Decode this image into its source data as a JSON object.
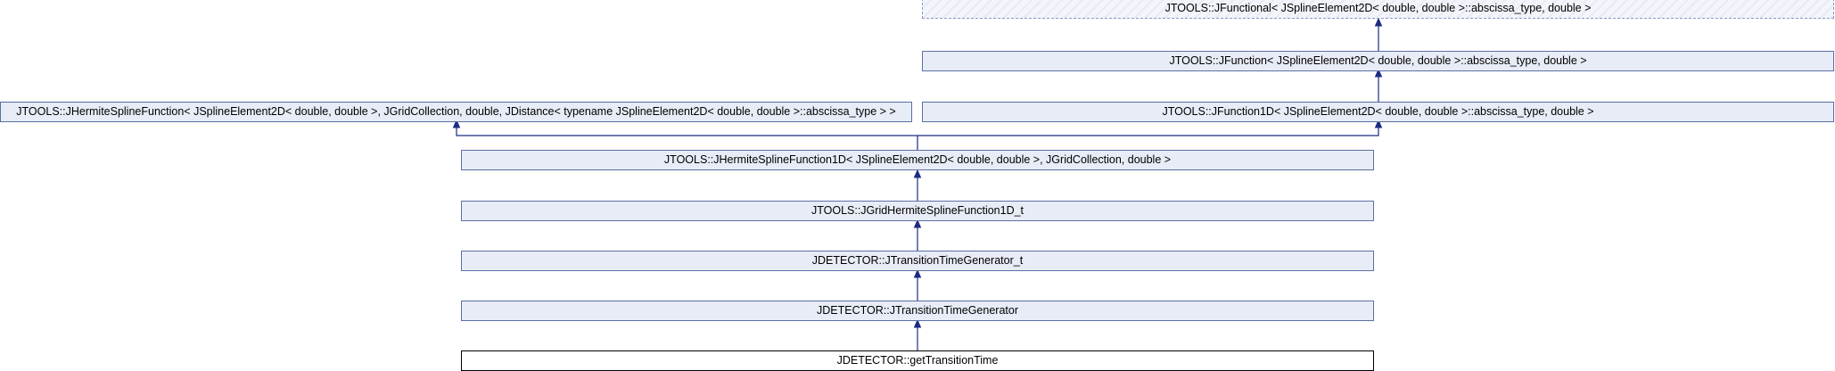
{
  "nodes": {
    "jfunctional": "JTOOLS::JFunctional< JSplineElement2D< double, double >::abscissa_type, double >",
    "jfunction": "JTOOLS::JFunction< JSplineElement2D< double, double >::abscissa_type, double >",
    "jhermite_spline": "JTOOLS::JHermiteSplineFunction< JSplineElement2D< double, double >, JGridCollection, double, JDistance< typename JSplineElement2D< double, double >::abscissa_type > >",
    "jfunction1d": "JTOOLS::JFunction1D< JSplineElement2D< double, double >::abscissa_type, double >",
    "jhermite_spline_1d": "JTOOLS::JHermiteSplineFunction1D< JSplineElement2D< double, double >, JGridCollection, double >",
    "jgrid_hermite": "JTOOLS::JGridHermiteSplineFunction1D_t",
    "jtransition_t": "JDETECTOR::JTransitionTimeGenerator_t",
    "jtransition": "JDETECTOR::JTransitionTimeGenerator",
    "get_transition_time": "JDETECTOR::getTransitionTime"
  },
  "colors": {
    "node_fill": "#e8ecf6",
    "node_border": "#5b6fa6",
    "edge": "#1c2a83",
    "current_border": "#000000"
  }
}
